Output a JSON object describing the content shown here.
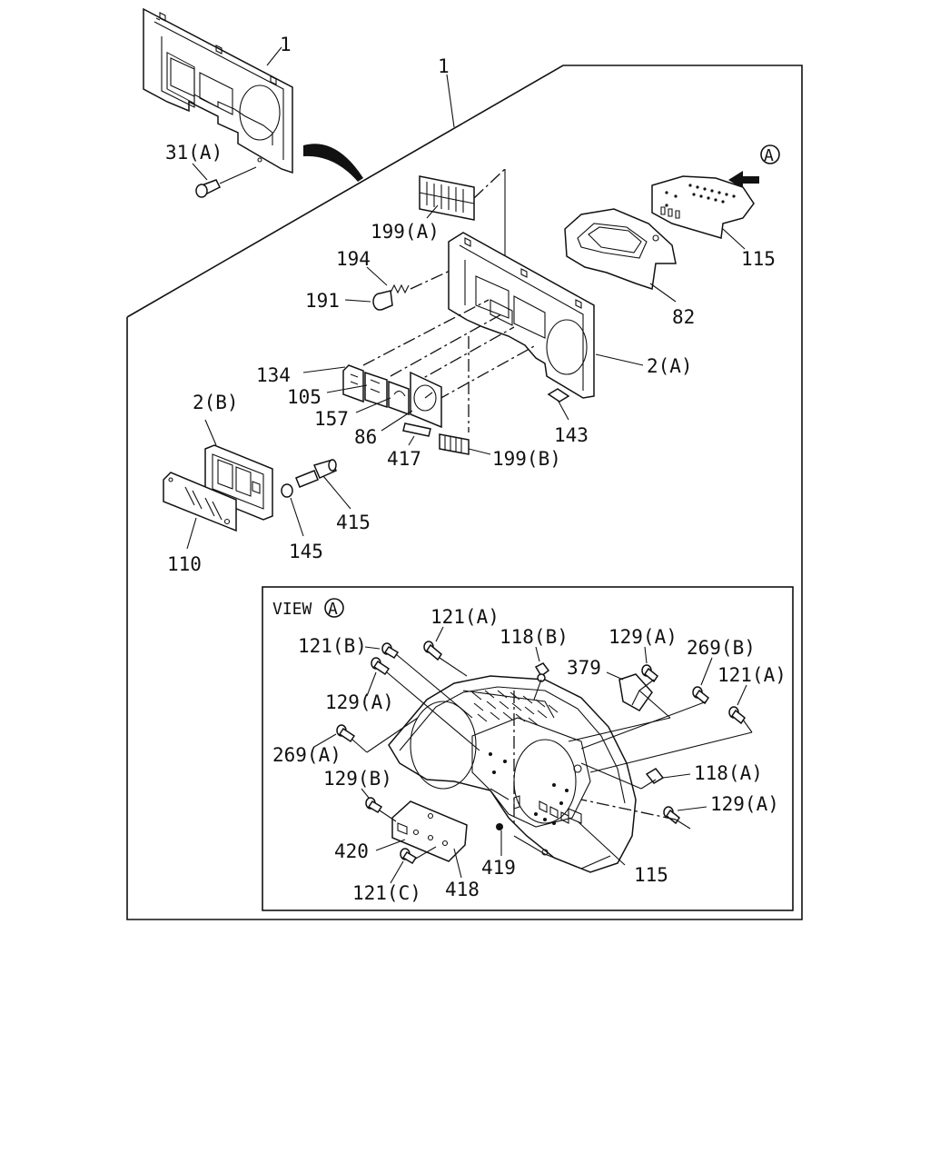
{
  "main_labels": {
    "p1_top": "1",
    "p1_main": "1",
    "p31a": "31(A)",
    "p199a": "199(A)",
    "view_marker_top": "A",
    "p115_top": "115",
    "p194": "194",
    "p191": "191",
    "p82": "82",
    "p2a": "2(A)",
    "p134": "134",
    "p105": "105",
    "p157": "157",
    "p86": "86",
    "p143": "143",
    "p417": "417",
    "p199b": "199(B)",
    "p2b": "2(B)",
    "p415": "415",
    "p145": "145",
    "p110": "110"
  },
  "view_a": {
    "title": "VIEW",
    "marker": "A",
    "labels": {
      "p121a_top": "121(A)",
      "p118b": "118(B)",
      "p129a_top": "129(A)",
      "p121b": "121(B)",
      "p379": "379",
      "p269b": "269(B)",
      "p121a_right": "121(A)",
      "p129a_left": "129(A)",
      "p269a": "269(A)",
      "p129b": "129(B)",
      "p118a": "118(A)",
      "p129a_bottom": "129(A)",
      "p420": "420",
      "p419": "419",
      "p115": "115",
      "p121c": "121(C)",
      "p418": "418"
    }
  }
}
